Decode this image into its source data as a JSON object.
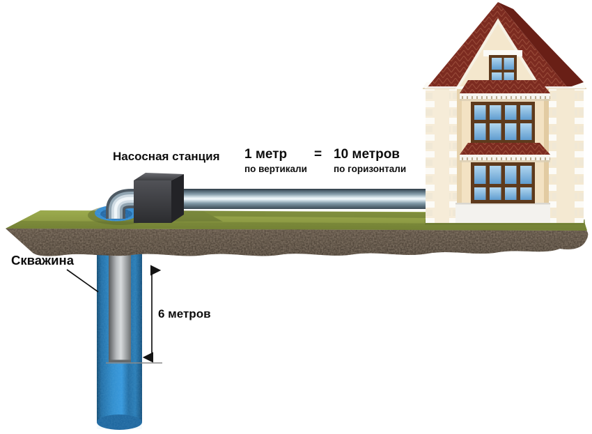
{
  "diagram": {
    "labels": {
      "pump_station": "Насосная станция",
      "vertical_value": "1 метр",
      "vertical_caption": "по вертикали",
      "equals": "=",
      "horizontal_value": "10 метров",
      "horizontal_caption": "по горизонтали",
      "well": "Скважина",
      "depth": "6 метров"
    },
    "values": {
      "vertical_meters": 1,
      "horizontal_meters": 10,
      "well_depth_meters": 6
    },
    "colors": {
      "background": "#ffffff",
      "grass_top": "#8e9c44",
      "soil": "#3f342a",
      "well_casing_blue": "#2e8bce",
      "inner_pipe_gray": "#b9bcbf",
      "surface_pipe_metal": "#cfdde5",
      "pump_station_body": "#3a3b3e",
      "house_wall": "#f3e2c3",
      "house_roof": "#7c2b20",
      "window_glass": "#8fc0e6",
      "label_text": "#0d0d0d"
    }
  }
}
